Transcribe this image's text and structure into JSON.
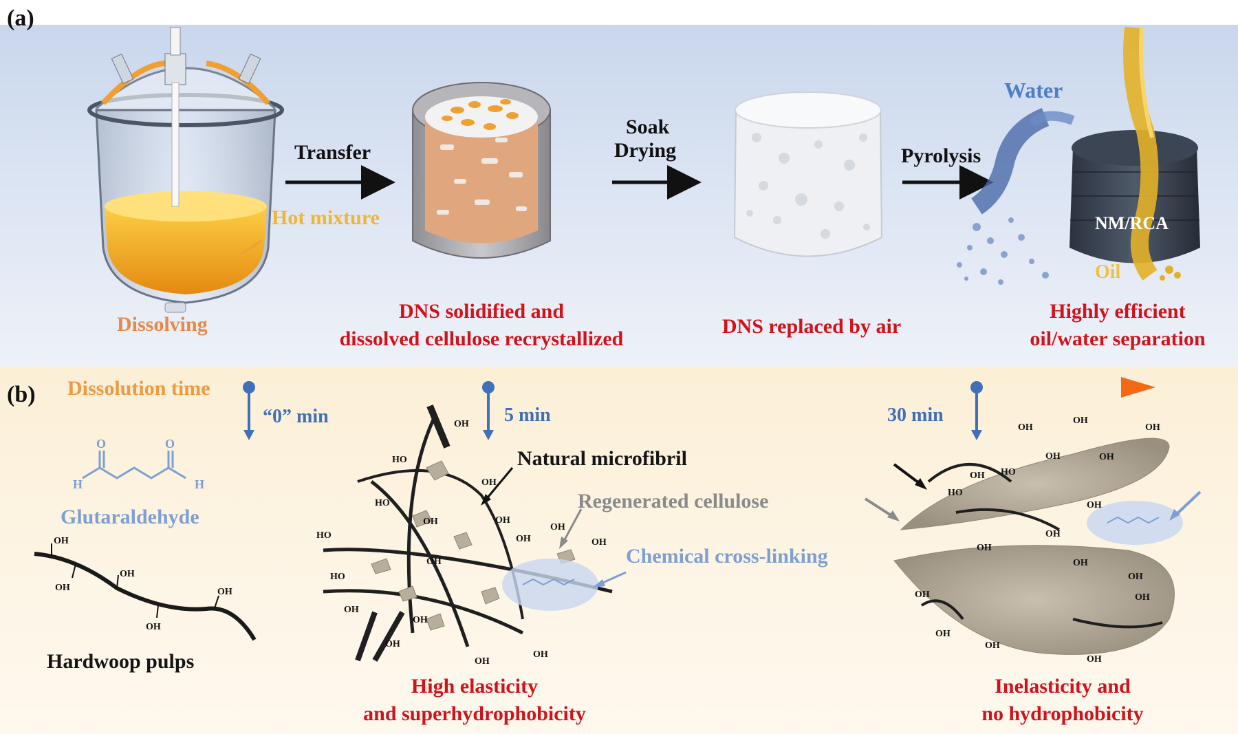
{
  "panel_a": {
    "tag": "(a)",
    "hot_mixture": "Hot mixture",
    "dissolving": "Dissolving",
    "transfer": "Transfer",
    "soak": "Soak",
    "drying": "Drying",
    "pyrolysis": "Pyrolysis",
    "water": "Water",
    "nm_rca": "NM/RCA",
    "oil": "Oil",
    "caption_2_line1": "DNS solidified and",
    "caption_2_line2": "dissolved cellulose recrystallized",
    "caption_3": "DNS  replaced by air",
    "caption_4_line1": "Highly efficient",
    "caption_4_line2": "oil/water separation"
  },
  "panel_b": {
    "tag": "(b)",
    "dissolution_time": "Dissolution time",
    "t0": "“0” min",
    "t5": "5 min",
    "t30": "30 min",
    "glutaraldehyde": "Glutaraldehyde",
    "hardwood": "Hardwoop pulps",
    "natural_microfibril": "Natural microfibril",
    "regenerated_cellulose": "Regenerated cellulose",
    "chemical_crosslinking": "Chemical cross-linking",
    "mid_caption_line1": "High elasticity",
    "mid_caption_line2": "and superhydrophobicity",
    "right_caption_line1": "Inelasticity and",
    "right_caption_line2": "no hydrophobicity",
    "oh": "OH",
    "ho": "HO",
    "h": "H",
    "o": "O"
  },
  "colors": {
    "accent_red": "#d0121b",
    "timeline_orange": "#f07f22",
    "marker_blue": "#3f70b8"
  }
}
